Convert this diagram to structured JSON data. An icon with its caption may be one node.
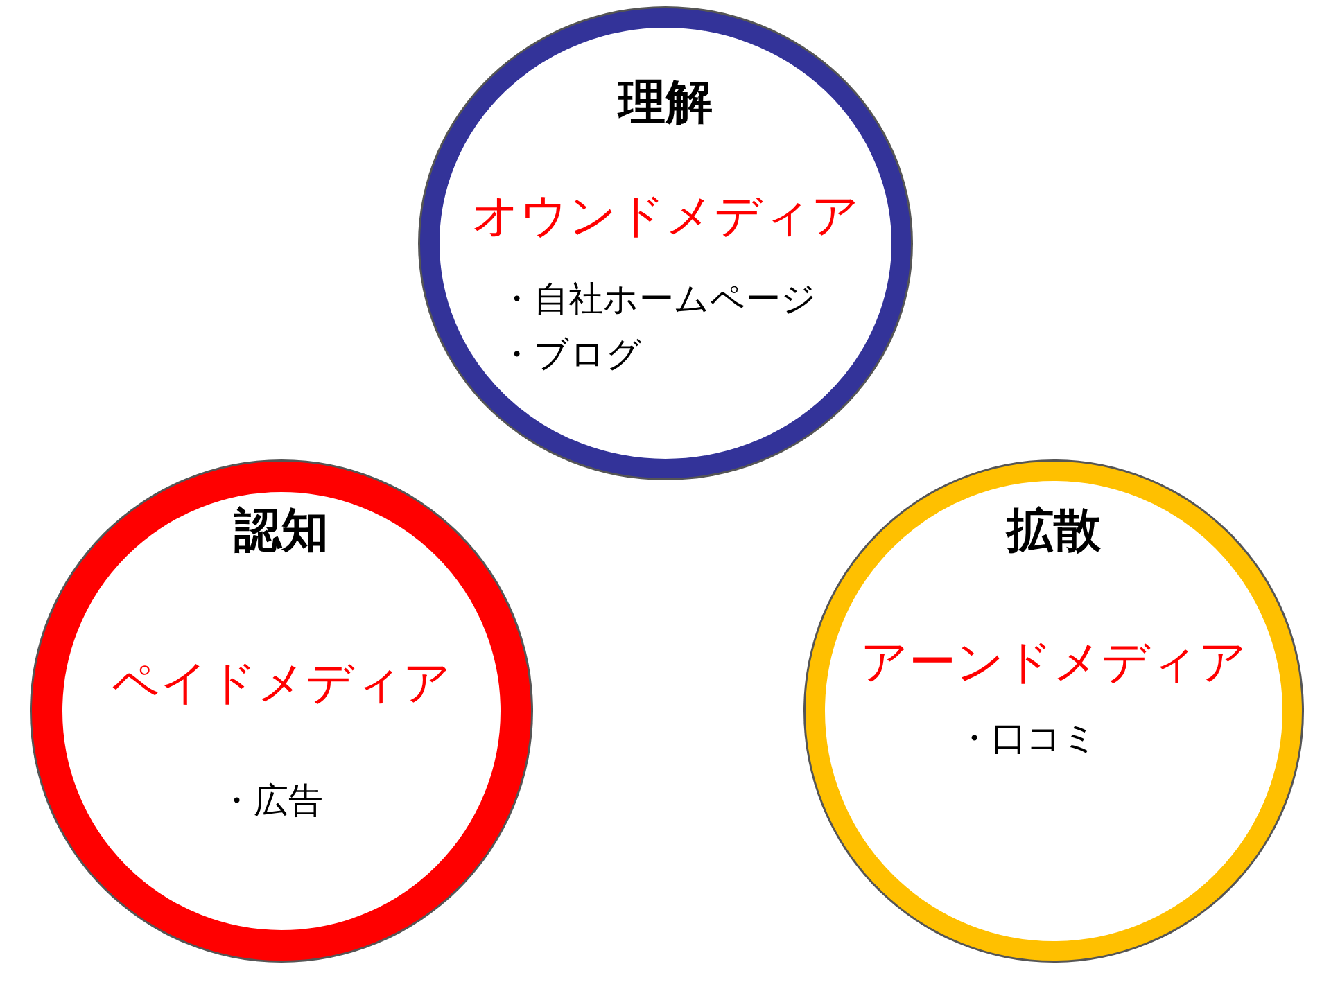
{
  "diagram": {
    "nodes": [
      {
        "text": [
          "理解",
          "オウンドメディア",
          "・自社ホームページ",
          "・ブログ"
        ]
      },
      {
        "text": [
          "認知",
          "ペイドメディア",
          "・広告"
        ]
      },
      {
        "text": [
          "拡散",
          "アーンドメディア",
          "・口コミ"
        ]
      }
    ],
    "edges": []
  }
}
